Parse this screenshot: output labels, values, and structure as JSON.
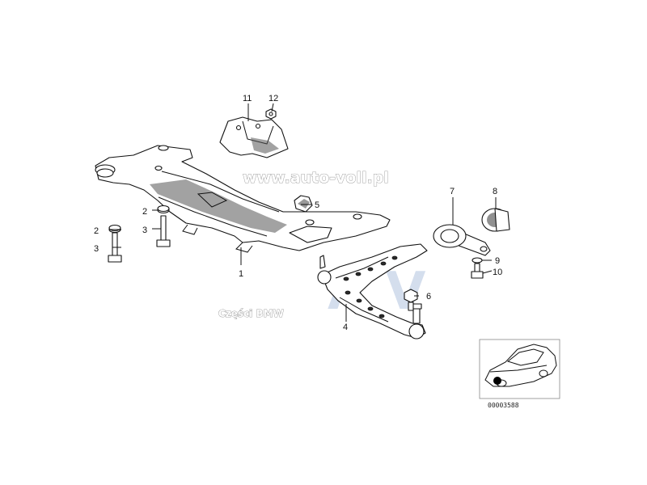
{
  "part_labels": {
    "p1": "1",
    "p2a": "2",
    "p3a": "3",
    "p2b": "2",
    "p3b": "3",
    "p4": "4",
    "p5": "5",
    "p6": "6",
    "p7": "7",
    "p8": "8",
    "p9": "9",
    "p10": "10",
    "p11": "11",
    "p12": "12"
  },
  "watermarks": {
    "site": "www.auto-voll.pl",
    "parts": "Części BMW",
    "logo": "A V"
  },
  "inset": {
    "code": "00003588"
  }
}
